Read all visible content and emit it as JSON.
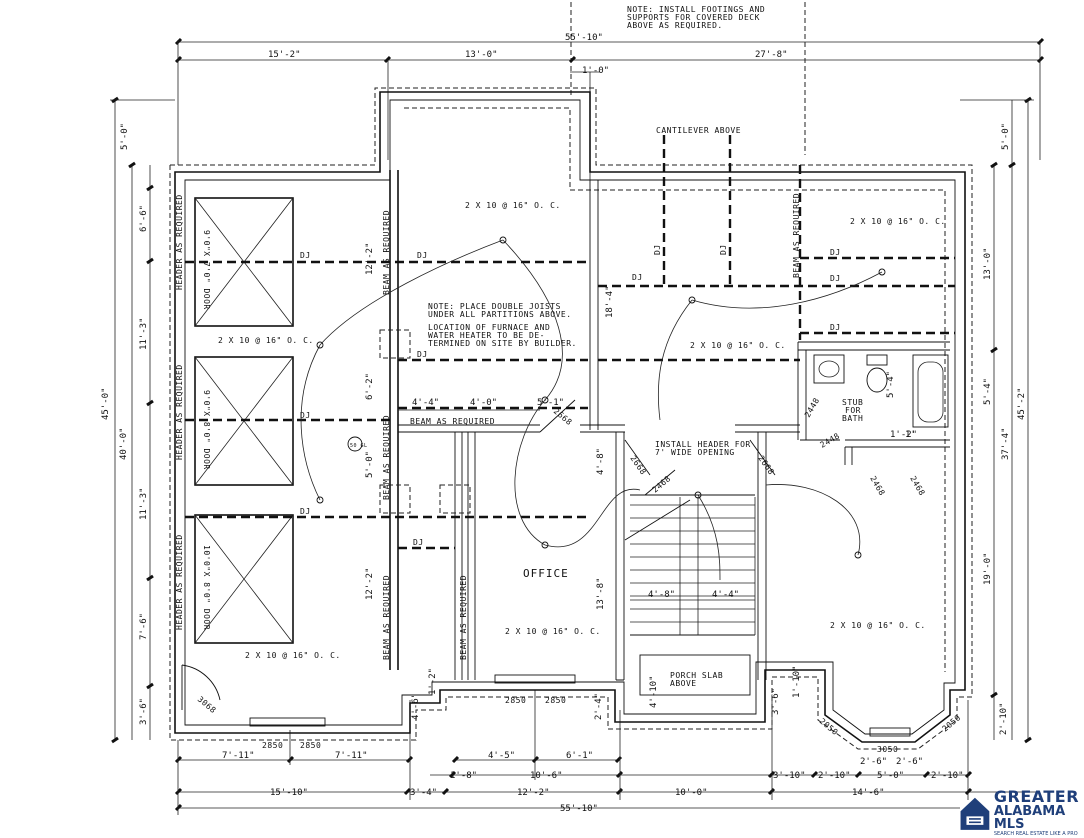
{
  "notes": {
    "deck": [
      "NOTE: INSTALL FOOTINGS AND",
      "SUPPORTS FOR COVERED DECK",
      "ABOVE AS REQUIRED."
    ],
    "joists": [
      "NOTE: PLACE DOUBLE JOISTS",
      "UNDER ALL PARTITIONS ABOVE."
    ],
    "furnace": [
      "LOCATION OF FURNACE AND",
      "WATER HEATER TO BE DE-",
      "TERMINED ON SITE BY BUILDER."
    ],
    "cantilever": "CANTILEVER ABOVE",
    "header_door": [
      "INSTALL HEADER FOR",
      "7' WIDE OPENING"
    ],
    "porch": [
      "PORCH SLAB",
      "ABOVE"
    ],
    "stub": [
      "STUB",
      "FOR",
      "BATH"
    ]
  },
  "rooms": {
    "office": "OFFICE"
  },
  "labels": {
    "joist_spec": "2 X 10 @ 16\" O. C.",
    "dj": "DJ",
    "header_as_required": "HEADER AS REQUIRED",
    "beam_as_required": "BEAM AS REQUIRED",
    "door_9x7": "9'0\"X 7'0\" DOOR",
    "door_9x8": "9'0\"X 8'0\" DOOR",
    "door_10x8": "10'0\"X 8'0\" DOOR",
    "wh": "50 GL"
  },
  "window_tags": {
    "w2850": "2850",
    "w3050": "3050",
    "w2050": "2050",
    "d3068": "3068",
    "d2668": "2668",
    "d2468": "2468",
    "d2448": "2448"
  },
  "top_dims": {
    "overall": "55'-10\"",
    "seg1": "15'-2\"",
    "seg2": "13'-0\"",
    "seg3": "27'-8\"",
    "small": "1'-0\""
  },
  "bottom_dims": {
    "row1": [
      "7'-11\"",
      "7'-11\""
    ],
    "row2": [
      "4'-5\"",
      "6'-1\""
    ],
    "row3": [
      "1'-8\"",
      "10'-6\"",
      "3'-10\"",
      "2'-10\"",
      "5'-0\"",
      "2'-10\""
    ],
    "row4": [
      "15'-10\"",
      "3'-4\"",
      "12'-2\"",
      "10'-0\"",
      "14'-6\""
    ],
    "overall": "55'-10\"",
    "bay": [
      "2'-6\"",
      "2'-6\""
    ]
  },
  "left_dims": {
    "overall": "45'-0\"",
    "inner": "40'-0\"",
    "top": "5'-0\"",
    "segs": [
      "6'-6\"",
      "11'-3\"",
      "11'-3\"",
      "7'-6\"",
      "3'-6\""
    ]
  },
  "right_dims": {
    "overall": "45'-2\"",
    "top": "5'-0\"",
    "segs": [
      "13'-0\"",
      "37'-4\"",
      "19'-0\"",
      "2'-10\"",
      "5'-4\""
    ]
  },
  "interior_dims": {
    "d1": "4'-4\"",
    "d2": "4'-0\"",
    "d3": "12'-2\"",
    "d4": "6'-2\"",
    "d5": "5'-0\"",
    "d6": "12'-2\"",
    "d7": "18'-4\"",
    "d8": "5'-1\"",
    "d9": "4'-8\"",
    "d10": "13'-8\"",
    "d11": "4'-8\"",
    "d12": "4'-4\"",
    "d13": "5'-4\"",
    "d14": "1'-2\"",
    "d15": "4'-10\"",
    "d16": "2'-4\"",
    "d17": "1'-2\"",
    "d18": "4'-6\"",
    "d19": "3'-6\"",
    "d20": "1'-10\"",
    "d21": "1'"
  },
  "logo": {
    "line1": "GREATER",
    "line2": "ALABAMA MLS",
    "tagline": "SEARCH REAL ESTATE LIKE A PRO",
    "brand_color": "#1f3f7a",
    "icon": "house-icon"
  }
}
